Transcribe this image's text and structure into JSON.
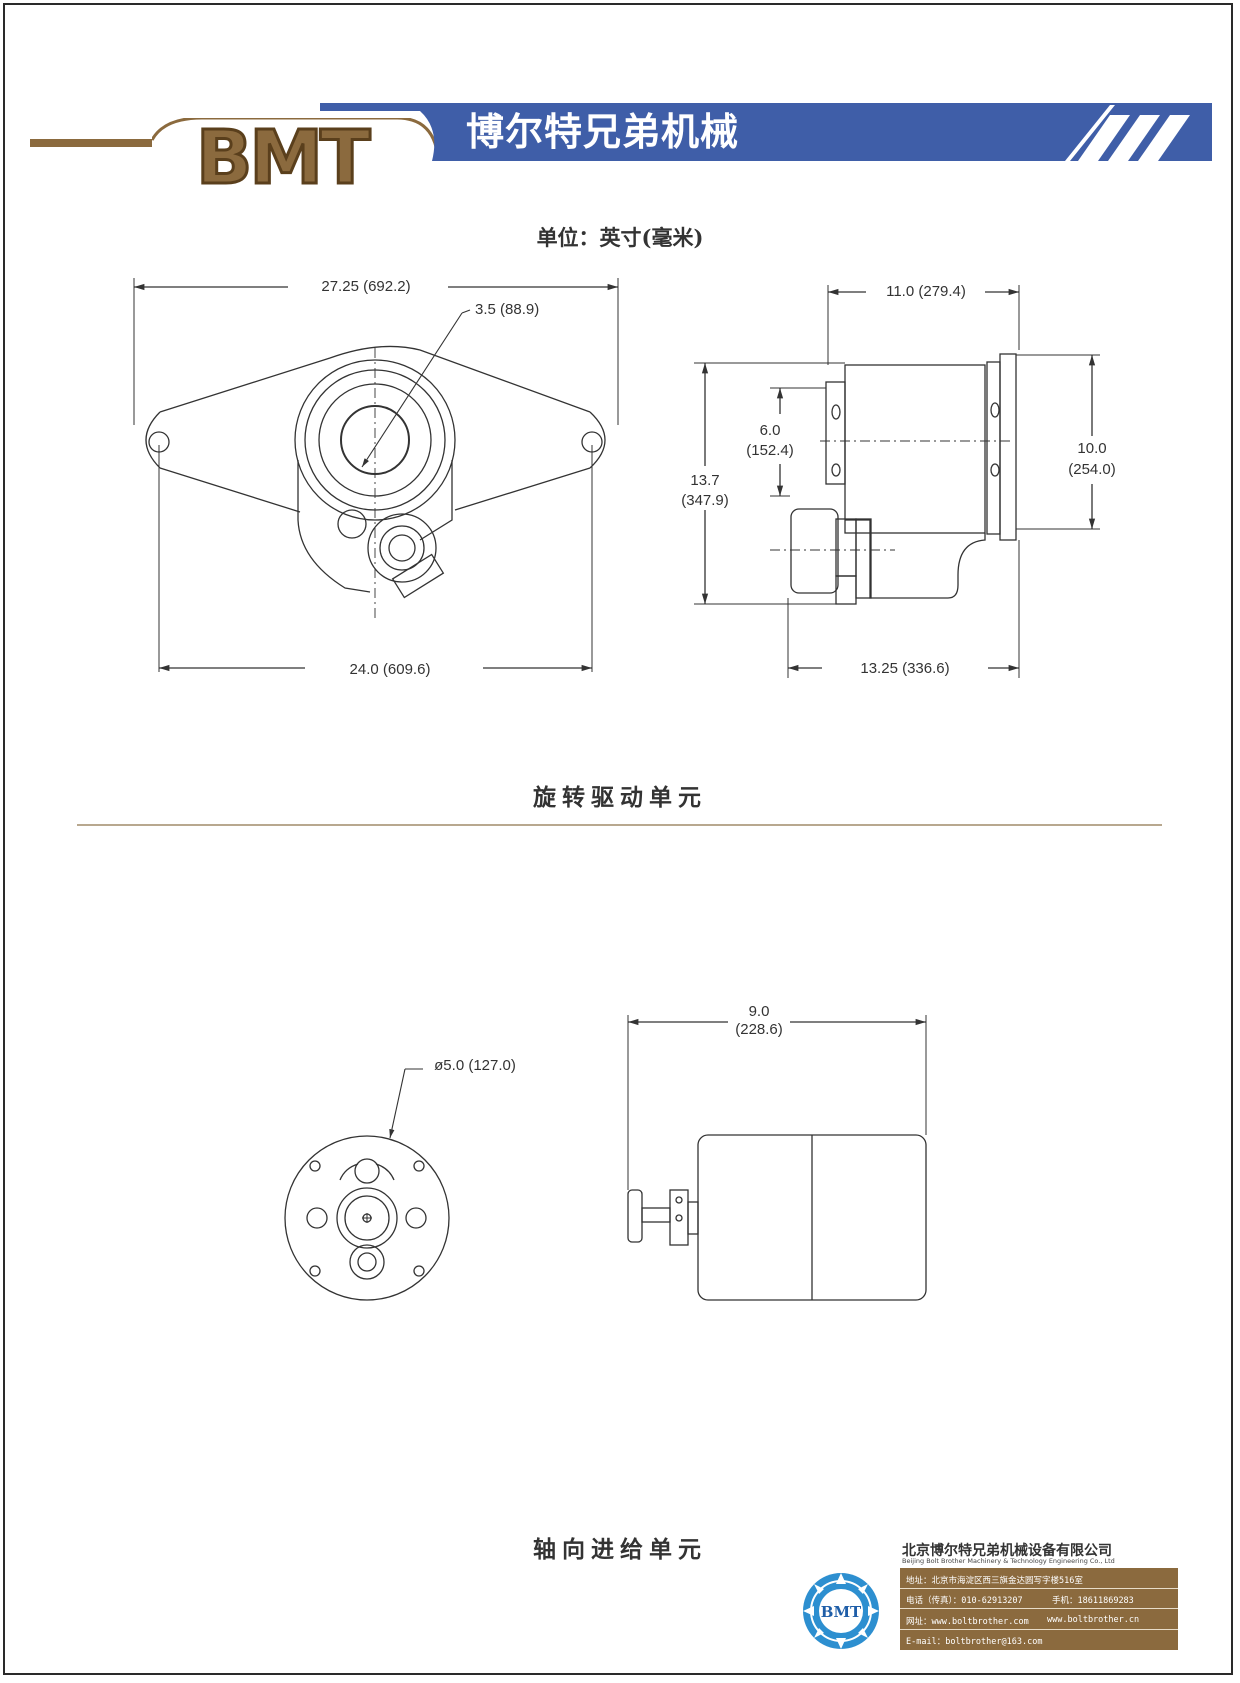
{
  "header": {
    "logo_text": "BMT",
    "title": "博尔特兄弟机械",
    "brand_color": "#8b6a3e",
    "banner_color": "#3f5ea8"
  },
  "unit_label": "单位：英寸(毫米)",
  "rotary_drive": {
    "caption": "旋转驱动单元",
    "front_view": {
      "overall_width": "27.25 (692.2)",
      "bore_diameter": "3.5 (88.9)",
      "hole_spacing": "24.0 (609.6)"
    },
    "side_view": {
      "depth_top": "11.0 (279.4)",
      "mount_height_value": "6.0",
      "mount_height_mm": "(152.4)",
      "overall_height_value": "13.7",
      "overall_height_mm": "(347.9)",
      "flange_height_value": "10.0",
      "flange_height_mm": "(254.0)",
      "depth_bottom": "13.25 (336.6)"
    }
  },
  "axial_feed": {
    "caption": "轴向进给单元",
    "front_view": {
      "diameter": "ø5.0 (127.0)"
    },
    "side_view": {
      "length_value": "9.0",
      "length_mm": "(228.6)"
    }
  },
  "footer": {
    "company_cn": "北京博尔特兄弟机械设备有限公司",
    "company_en": "Beijing Bolt Brother Machinery & Technology Engineering Co., Ltd",
    "address": "地址：北京市海淀区西三旗金达圆写字楼516室",
    "phone": "电话（传真）：010-62913207",
    "mobile": "手机：18611869283",
    "website_1": "网址：www.boltbrother.com",
    "website_2": "www.boltbrother.cn",
    "email": "E-mail：boltbrother@163.com",
    "badge_text": "BMT"
  }
}
